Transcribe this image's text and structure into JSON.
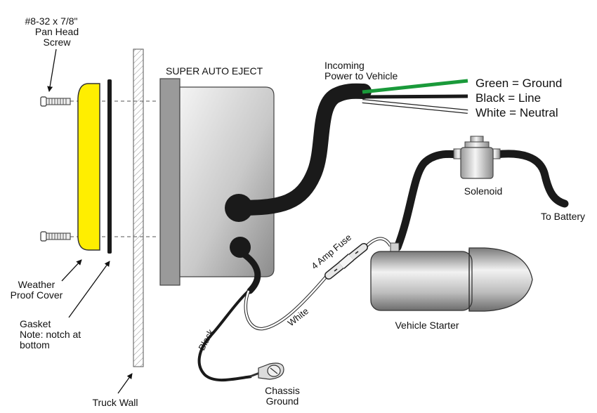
{
  "labels": {
    "screw_line1": "#8-32  x  7/8\"",
    "screw_line2": "Pan Head",
    "screw_line3": "Screw",
    "device_title": "SUPER AUTO EJECT",
    "incoming_line1": "Incoming",
    "incoming_line2": "Power to Vehicle",
    "green_wire": "Green = Ground",
    "black_wire": "Black = Line",
    "white_wire": "White = Neutral",
    "solenoid": "Solenoid",
    "to_battery": "To Battery",
    "fuse": "4 Amp Fuse",
    "white_lead": "White",
    "black_lead": "Black",
    "vehicle_starter": "Vehicle Starter",
    "chassis_line1": "Chassis",
    "chassis_line2": "Ground",
    "cover_line1": "Weather",
    "cover_line2": "Proof  Cover",
    "gasket_line1": "Gasket",
    "gasket_line2": "Note: notch at",
    "gasket_line3": "bottom",
    "truck_wall": "Truck  Wall"
  },
  "colors": {
    "cover_yellow": "#ffee00",
    "ground_green": "#1a9a3a",
    "cable_black": "#1a1a1a",
    "wall_hatch": "#8a8a8a"
  }
}
